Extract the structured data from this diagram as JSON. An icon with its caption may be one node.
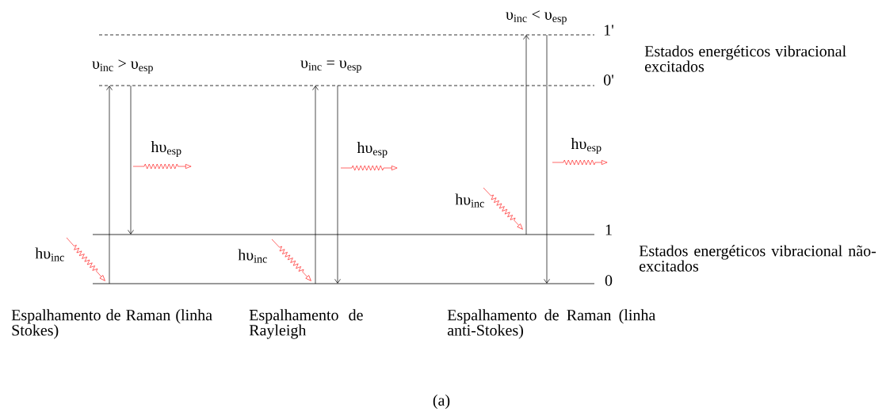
{
  "diagram": {
    "caption": "(a)",
    "labels": [
      "υ$_{inc}$ < υ$_{esp}$",
      "1'",
      "Estados energéticos vibracional excitados",
      "υ$_{inc}$ > υ$_{esp}$",
      "υ$_{inc}$ = υ$_{esp}$",
      "0'",
      "hυ$_{esp}$",
      "hυ$_{esp}$",
      "hυ$_{esp}$",
      "hυ$_{inc}$",
      "1",
      "Estados energéticos vibracional não-excitados",
      "hυ$_{inc}$",
      "hυ$_{inc}$",
      "0",
      "Espalhamento de Raman (linha Stokes)",
      "Espalhamento de Rayleigh",
      "Espalhamento de Raman (linha anti-Stokes)"
    ]
  }
}
